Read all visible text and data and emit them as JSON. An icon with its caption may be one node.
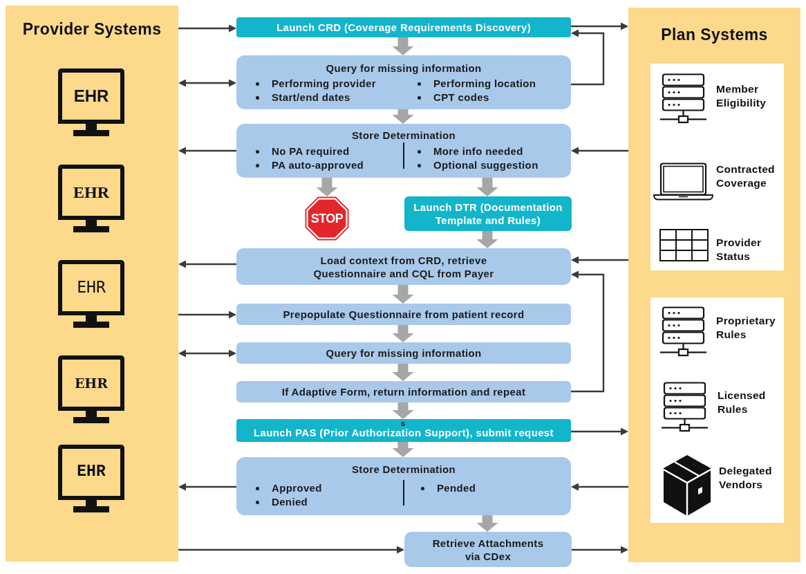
{
  "diagram": {
    "nodes": [
      {
        "text": [
          "Provider Systems"
        ]
      },
      {
        "text": [
          "EHR"
        ],
        "in": 0
      },
      {
        "text": [
          "EHR"
        ],
        "in": 0
      },
      {
        "text": [
          "EHR"
        ],
        "in": 0
      },
      {
        "text": [
          "EHR"
        ],
        "in": 0
      },
      {
        "text": [
          "EHR"
        ],
        "in": 0
      },
      {
        "text": [
          "Launch CRD (Coverage Requirements Discovery)"
        ]
      },
      {
        "text": [
          "Query for missing information",
          "Performing provider",
          "Start/end dates",
          "Performing location",
          "CPT codes"
        ]
      },
      {
        "text": [
          "Store Determination",
          "No PA required",
          "PA auto-approved",
          "More info needed",
          "Optional suggestion"
        ]
      },
      {
        "text": [
          "STOP"
        ]
      },
      {
        "text": [
          "Launch DTR (Documentation Template and Rules)"
        ]
      },
      {
        "text": [
          "Load context from CRD, retrieve Questionnaire and CQL from Payer"
        ]
      },
      {
        "text": [
          "Prepopulate Questionnaire from patient record"
        ]
      },
      {
        "text": [
          "Query for missing information"
        ]
      },
      {
        "text": [
          "If Adaptive Form, return information and repeat"
        ]
      },
      {
        "text": [
          "Launch PAS (Prior Authorization Support), submit request"
        ]
      },
      {
        "text": [
          "Store Determination",
          "Approved",
          "Denied",
          "Pended"
        ]
      },
      {
        "text": [
          "Retrieve Attachments via CDex"
        ]
      },
      {
        "text": [
          "Plan Systems"
        ]
      },
      {
        "text": [],
        "shape": "box",
        "in": 18
      },
      {
        "text": [],
        "shape": "box",
        "in": 18
      }
    ],
    "edges": [
      {
        "from": 0,
        "to": 6,
        "arrow": "to"
      },
      {
        "from": 6,
        "to": 18,
        "arrow": "to"
      },
      {
        "from": 6,
        "to": 7,
        "arrow": "to",
        "style": "thick",
        "color": "#a6a6a6"
      },
      {
        "from": 7,
        "to": 6,
        "arrow": "to"
      },
      {
        "from": 0,
        "to": 7,
        "arrow": "both"
      },
      {
        "from": 7,
        "to": 8,
        "arrow": "to",
        "style": "thick",
        "color": "#a6a6a6"
      },
      {
        "from": 8,
        "to": 0,
        "arrow": "to"
      },
      {
        "from": 18,
        "to": 8,
        "arrow": "to"
      },
      {
        "from": 8,
        "to": 9,
        "arrow": "to",
        "style": "thick",
        "color": "#a6a6a6"
      },
      {
        "from": 8,
        "to": 10,
        "arrow": "to",
        "style": "thick",
        "color": "#a6a6a6"
      },
      {
        "from": 10,
        "to": 11,
        "arrow": "to",
        "style": "thick",
        "color": "#a6a6a6"
      },
      {
        "from": 11,
        "to": 0,
        "arrow": "to"
      },
      {
        "from": 18,
        "to": 11,
        "arrow": "to"
      },
      {
        "from": 11,
        "to": 12,
        "arrow": "to",
        "style": "thick",
        "color": "#a6a6a6"
      },
      {
        "from": 0,
        "to": 12,
        "arrow": "to"
      },
      {
        "from": 12,
        "to": 13,
        "arrow": "to",
        "style": "thick",
        "color": "#a6a6a6"
      },
      {
        "from": 0,
        "to": 13,
        "arrow": "both"
      },
      {
        "from": 13,
        "to": 14,
        "arrow": "to",
        "style": "thick",
        "color": "#a6a6a6"
      },
      {
        "from": 14,
        "to": 11,
        "arrow": "to"
      },
      {
        "from": 14,
        "to": 15,
        "arrow": "to",
        "style": "thick",
        "color": "#a6a6a6"
      },
      {
        "from": 15,
        "to": 18,
        "arrow": "to"
      },
      {
        "from": 15,
        "to": 16,
        "arrow": "to",
        "style": "thick",
        "color": "#a6a6a6"
      },
      {
        "from": 16,
        "to": 0,
        "arrow": "to"
      },
      {
        "from": 18,
        "to": 16,
        "arrow": "to"
      },
      {
        "from": 16,
        "to": 17,
        "arrow": "to",
        "style": "thick",
        "color": "#a6a6a6"
      },
      {
        "from": 0,
        "to": 17,
        "arrow": "to"
      },
      {
        "from": 17,
        "to": 18,
        "arrow": "to"
      }
    ],
    "labels": [
      "s",
      "Member Eligibility",
      "Contracted Coverage",
      "Provider Status",
      "Proprietary Rules",
      "Licensed Rules",
      "Delegated Vendors"
    ]
  }
}
